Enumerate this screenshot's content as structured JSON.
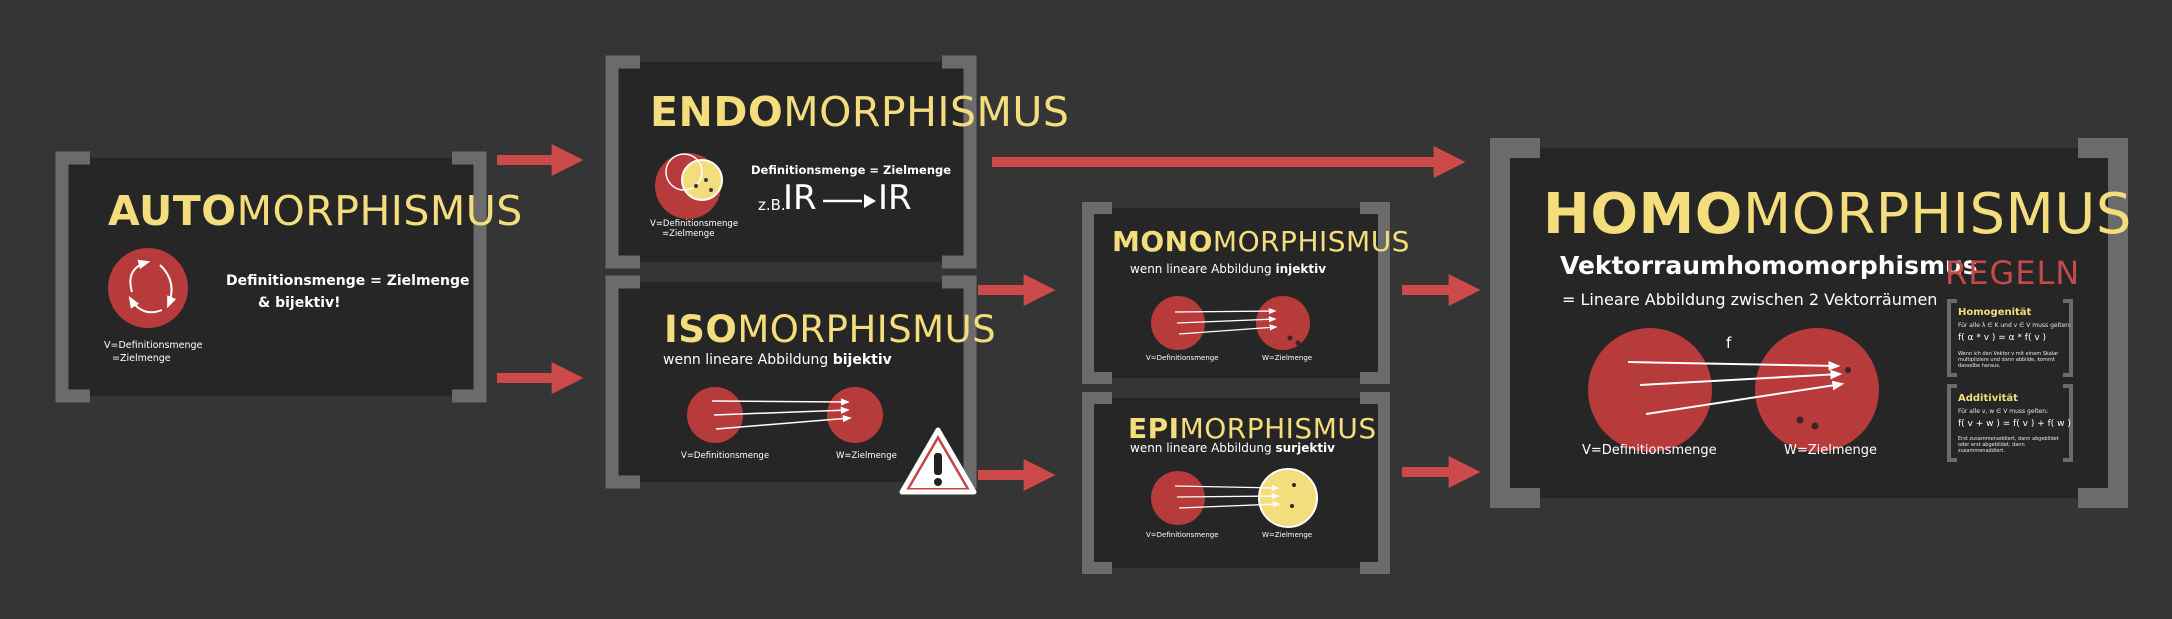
{
  "colors": {
    "background": "#353535",
    "bracket": "#6b6b6b",
    "box": "#262626",
    "arrow": "#cd4a4a",
    "circle": "#b73b3b",
    "circle_highlight": "#f3dd7c",
    "title_accent": "#f3dd7c",
    "regeln": "#c24a4a"
  },
  "auto": {
    "title_bold": "AUTO",
    "title_rest": "MORPHISMUS",
    "definition_line1": "Definitionsmenge = Zielmenge",
    "definition_line2": "& bijektiv!",
    "circle_label_line1": "V=Definitionsmenge",
    "circle_label_line2": "=Zielmenge"
  },
  "endo": {
    "title_bold": "ENDO",
    "title_rest": "MORPHISMUS",
    "definition": "Definitionsmenge = Zielmenge",
    "example_prefix": "z.B.",
    "example_from": "IR",
    "example_to": "IR",
    "circle_label_line1": "V=Definitionsmenge",
    "circle_label_line2": "=Zielmenge"
  },
  "iso": {
    "title_bold": "ISO",
    "title_rest": "MORPHISMUS",
    "subtitle_prefix": "wenn lineare Abbildung ",
    "subtitle_bold": "bijektiv",
    "left_label": "V=Definitionsmenge",
    "right_label": "W=Zielmenge",
    "warning_icon": "warning-triangle-icon"
  },
  "mono": {
    "title_bold": "MONO",
    "title_rest": "MORPHISMUS",
    "subtitle_prefix": "wenn lineare Abbildung ",
    "subtitle_bold": "injektiv",
    "left_label": "V=Definitionsmenge",
    "right_label": "W=Zielmenge"
  },
  "epi": {
    "title_bold": "EPI",
    "title_rest": "MORPHISMUS",
    "subtitle_prefix": "wenn lineare Abbildung ",
    "subtitle_bold": "surjektiv",
    "left_label": "V=Definitionsmenge",
    "right_label": "W=Zielmenge"
  },
  "homo": {
    "title_bold": "HOMO",
    "title_rest": "MORPHISMUS",
    "subtitle": "Vektorraumhomomorphismus",
    "description": "= Lineare Abbildung zwischen 2 Vektorräumen",
    "map_label": "f",
    "left_label": "V=Definitionsmenge",
    "right_label": "W=Zielmenge",
    "regeln": "REGELN",
    "rules": [
      {
        "title": "Homogenität",
        "intro": "Für alle λ ∈ K und v ∈ V muss gelten:",
        "formula": "f( α * v ) = α * f( v )",
        "note": "Wenn ich den Vektor v mit einem Skalar multipliziere und dann abbilde, kommt dasselbe heraus."
      },
      {
        "title": "Additivität",
        "intro": "Für alle v, w ∈ V muss gelten:",
        "formula": "f( v + w ) = f( v ) + f( w )",
        "note": "Erst zusammenaddiert, dann abgebildet oder erst abgebildet, dann zusammenaddiert."
      }
    ]
  }
}
